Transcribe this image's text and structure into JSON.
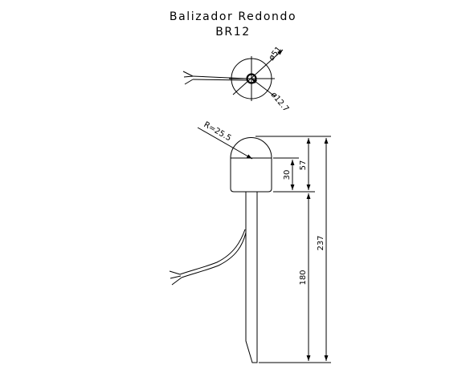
{
  "title": "Balizador Redondo",
  "model": "BR12",
  "dimensions": {
    "outer_diameter": "ø51",
    "inner_diameter": "ø12.7",
    "dome_radius": "R=25.5",
    "cap_band_height": "30",
    "head_height": "57",
    "stake_length": "180",
    "total_height": "237"
  },
  "colors": {
    "line": "#000000",
    "background": "#ffffff"
  }
}
